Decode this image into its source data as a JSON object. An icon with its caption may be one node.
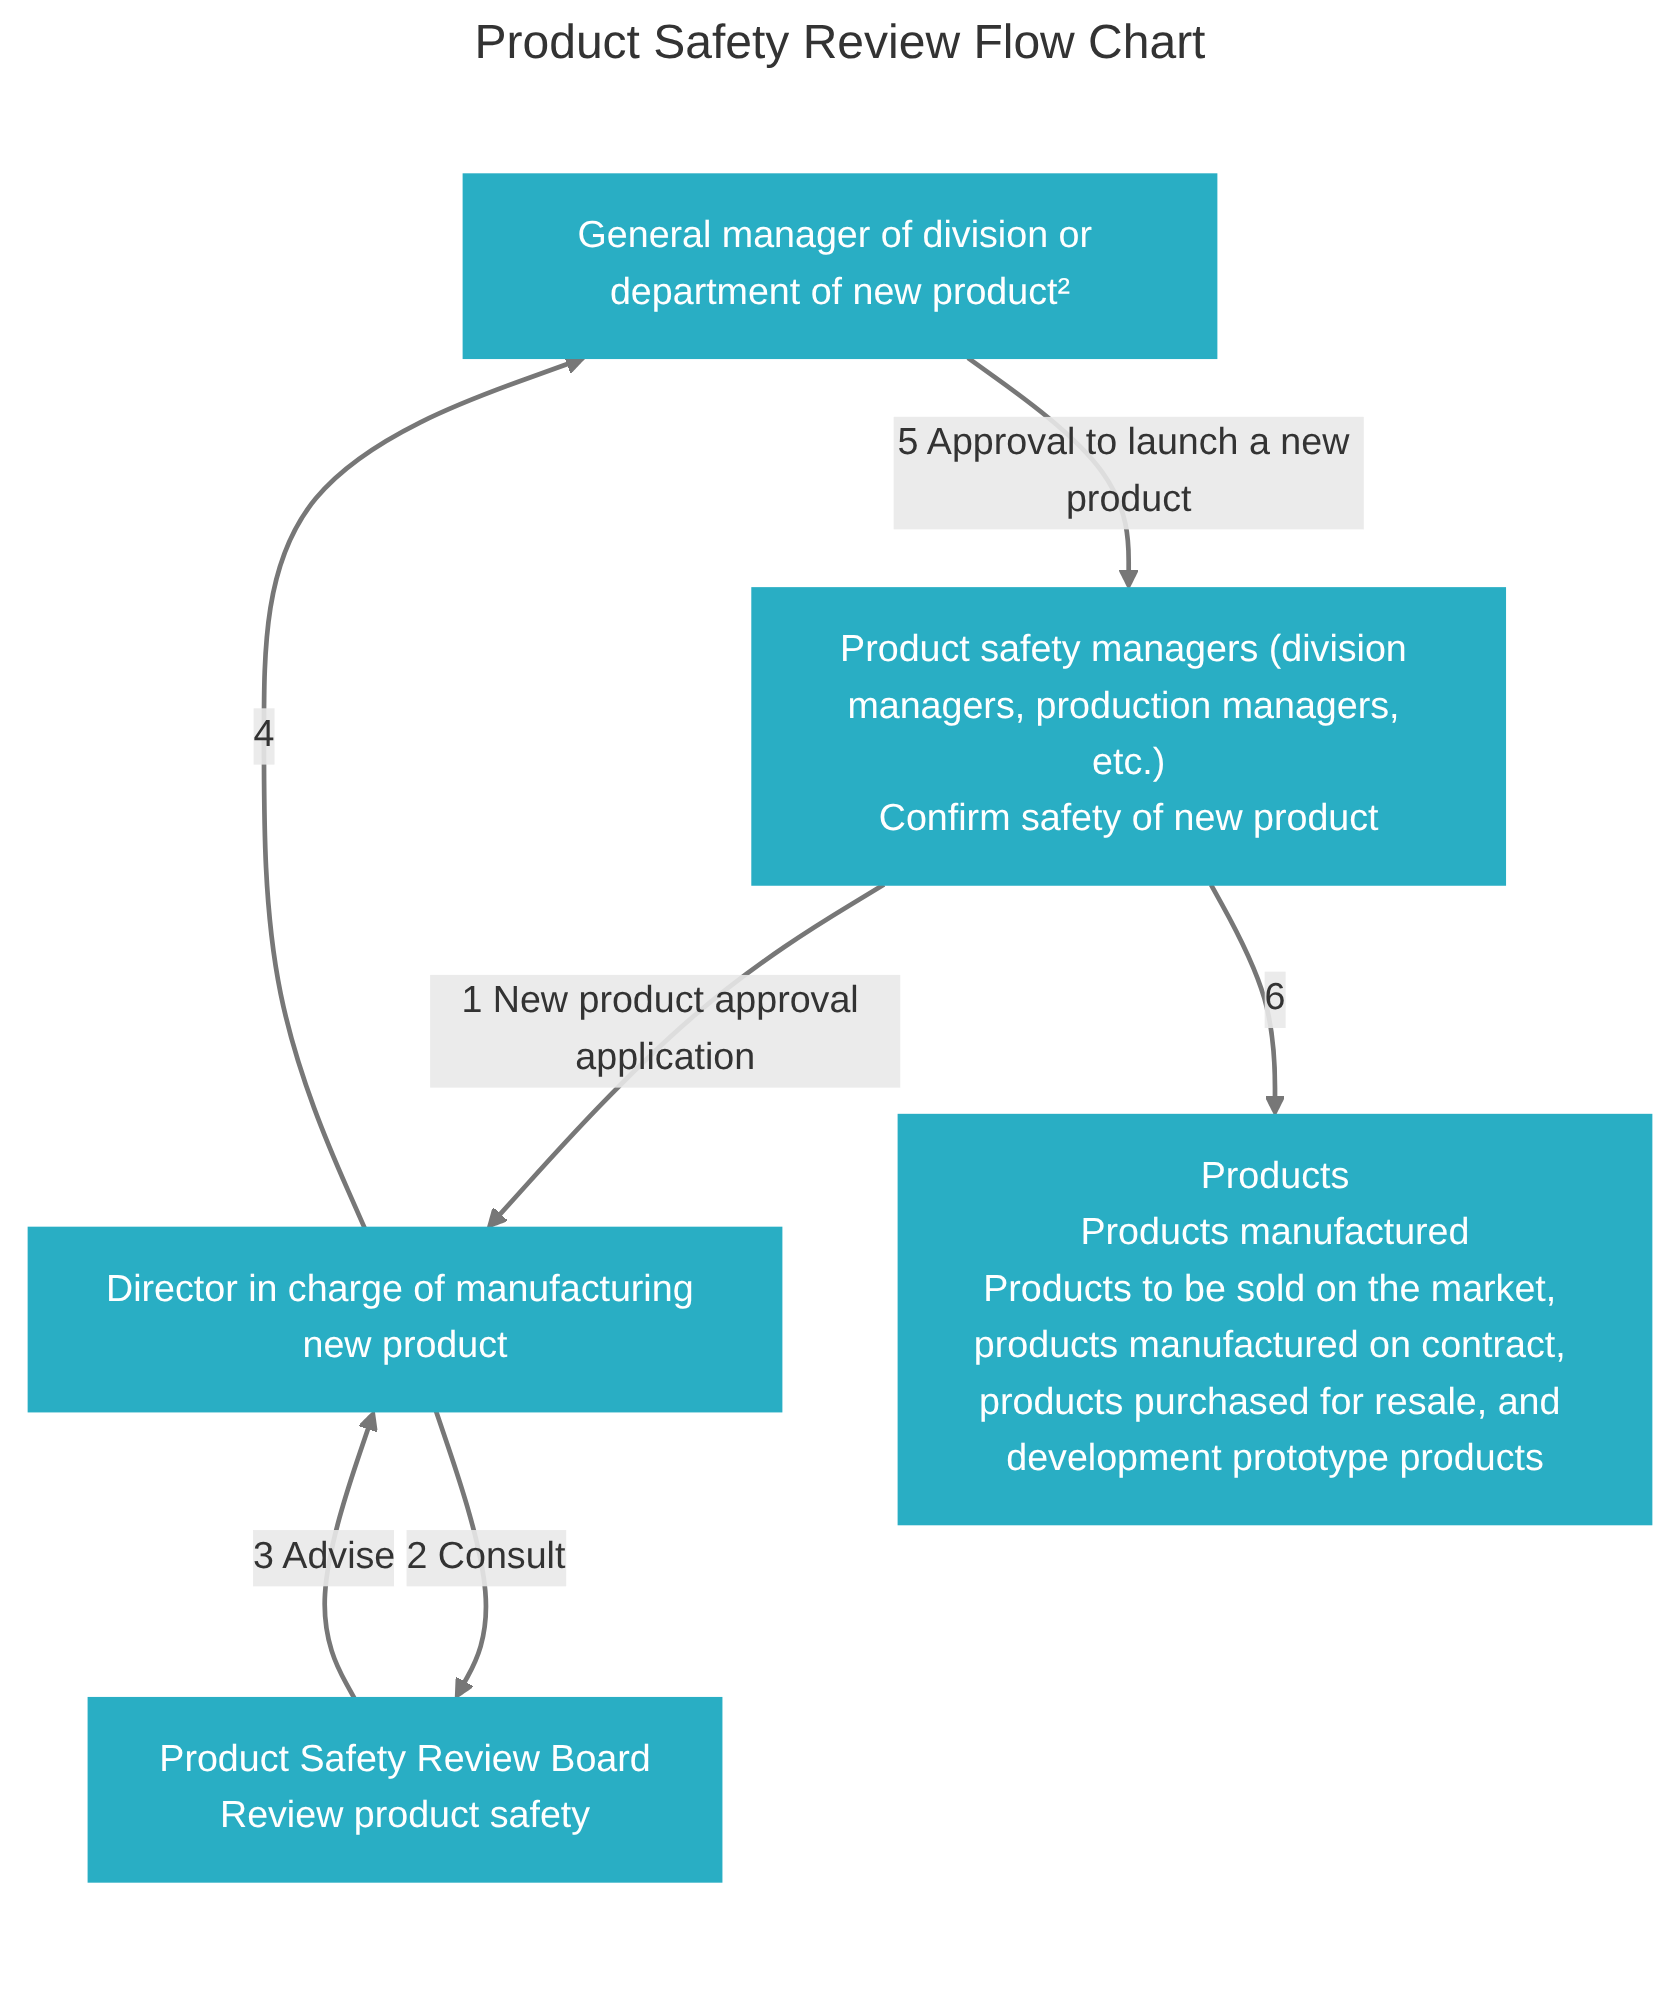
{
  "diagram": {
    "title": "Product Safety Review Flow Chart",
    "nodes": [
      {
        "text": [
          "General manager of division or department of new product²"
        ]
      },
      {
        "text": [
          "Director in charge of manufacturing new product"
        ]
      },
      {
        "text": [
          "Product safety managers (division managers, production managers, etc.)",
          "Confirm safety of new product"
        ]
      },
      {
        "text": [
          "Product Safety Review Board",
          "Review product safety"
        ]
      },
      {
        "text": [
          "Products",
          "Products manufactured",
          "Products to be sold on the market, products manufactured on contract, products purchased for resale, and development prototype products"
        ]
      }
    ],
    "edges": [
      {
        "from": 2,
        "to": 1,
        "arrow": "to",
        "label": "1 New product approval application"
      },
      {
        "from": 1,
        "to": 3,
        "arrow": "to",
        "label": "2 Consult"
      },
      {
        "from": 3,
        "to": 1,
        "arrow": "to",
        "label": "3 Advise"
      },
      {
        "from": 1,
        "to": 0,
        "arrow": "to",
        "label": "4"
      },
      {
        "from": 0,
        "to": 2,
        "arrow": "to",
        "label": "5 Approval to launch a new product"
      },
      {
        "from": 2,
        "to": 4,
        "arrow": "to",
        "label": "6"
      }
    ]
  }
}
